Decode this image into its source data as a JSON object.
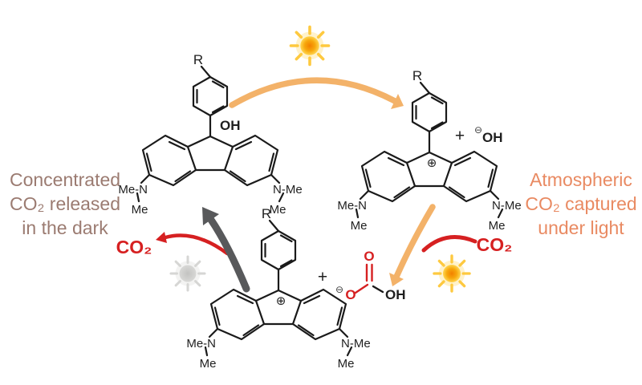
{
  "figure": {
    "left_caption": {
      "line1": "Concentrated",
      "line2": "CO₂ released",
      "line3": "in the dark"
    },
    "right_caption": {
      "line1": "Atmospheric",
      "line2": "CO₂ captured",
      "line3": "under light"
    },
    "co2_released_label": "CO₂",
    "co2_captured_label": "CO₂"
  },
  "molecule_labels": {
    "r_group": "R",
    "hydroxyl": "OH",
    "amine_left": "Me-N",
    "amine_right": "N-Me",
    "methyl": "Me",
    "cation_symbol": "⊕",
    "plus_sign": "+",
    "anion_symbol": "⊖",
    "hydroxide": "OH",
    "oxygen": "O",
    "bicarbonate_oh": "OH"
  },
  "colors": {
    "release_text": "#9b7b71",
    "capture_text": "#e98a62",
    "co2_red": "#d62021",
    "arrow_orange": "#f3b269",
    "arrow_gray": "#58595b",
    "sun_ray": "#fec93f",
    "dim_sun": "#c9c9c7"
  }
}
